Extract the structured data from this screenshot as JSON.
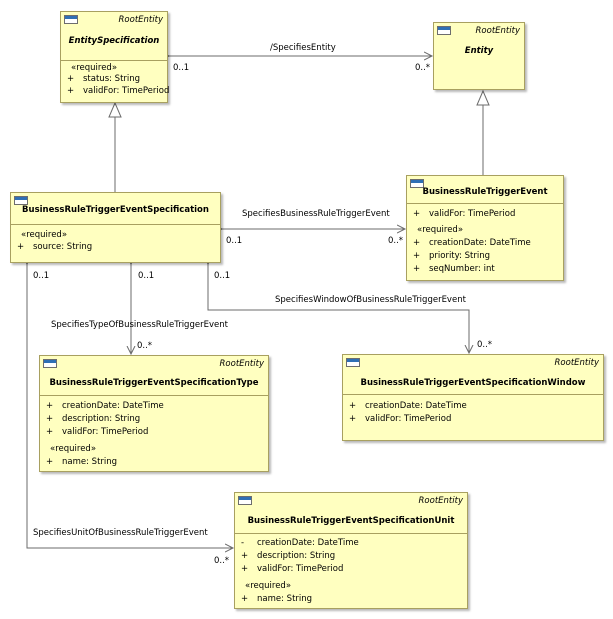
{
  "classes": {
    "entity_spec": {
      "stereotype": "RootEntity",
      "name": "EntitySpecification",
      "group": "«required»",
      "attrs": [
        {
          "vis": "+",
          "text": "status: String"
        },
        {
          "vis": "+",
          "text": "validFor: TimePeriod"
        }
      ]
    },
    "entity": {
      "stereotype": "RootEntity",
      "name": "Entity"
    },
    "brte_spec": {
      "name": "BusinessRuleTriggerEventSpecification",
      "group": "«required»",
      "attrs": [
        {
          "vis": "+",
          "text": "source: String"
        }
      ]
    },
    "brte": {
      "name": "BusinessRuleTriggerEvent",
      "attrs": [
        {
          "vis": "+",
          "text": "validFor: TimePeriod"
        }
      ],
      "group": "«required»",
      "req_attrs": [
        {
          "vis": "+",
          "text": "creationDate: DateTime"
        },
        {
          "vis": "+",
          "text": "priority: String"
        },
        {
          "vis": "+",
          "text": "seqNumber: int"
        }
      ]
    },
    "spec_type": {
      "stereotype": "RootEntity",
      "name": "BusinessRuleTriggerEventSpecificationType",
      "attrs": [
        {
          "vis": "+",
          "text": "creationDate: DateTime"
        },
        {
          "vis": "+",
          "text": "description: String"
        },
        {
          "vis": "+",
          "text": "validFor: TimePeriod"
        }
      ],
      "group": "«required»",
      "req_attrs": [
        {
          "vis": "+",
          "text": "name: String"
        }
      ]
    },
    "spec_window": {
      "stereotype": "RootEntity",
      "name": "BusinessRuleTriggerEventSpecificationWindow",
      "attrs": [
        {
          "vis": "+",
          "text": "creationDate: DateTime"
        },
        {
          "vis": "+",
          "text": "validFor: TimePeriod"
        }
      ]
    },
    "spec_unit": {
      "stereotype": "RootEntity",
      "name": "BusinessRuleTriggerEventSpecificationUnit",
      "attrs": [
        {
          "vis": "-",
          "text": "creationDate: DateTime"
        },
        {
          "vis": "+",
          "text": "description: String"
        },
        {
          "vis": "+",
          "text": "validFor: TimePeriod"
        }
      ],
      "group": "«required»",
      "req_attrs": [
        {
          "vis": "+",
          "text": "name: String"
        }
      ]
    }
  },
  "associations": {
    "specifies_entity": {
      "name": "/SpecifiesEntity",
      "src_mult": "0..1",
      "dst_mult": "0..*"
    },
    "specifies_brte": {
      "name": "SpecifiesBusinessRuleTriggerEvent",
      "src_mult": "0..1",
      "dst_mult": "0..*"
    },
    "specifies_type": {
      "name": "SpecifiesTypeOfBusinessRuleTriggerEvent",
      "src_mult": "0..1",
      "dst_mult": "0..*"
    },
    "specifies_window": {
      "name": "SpecifiesWindowOfBusinessRuleTriggerEvent",
      "src_mult": "0..1",
      "dst_mult": "0..*"
    },
    "specifies_unit": {
      "name": "SpecifiesUnitOfBusinessRuleTriggerEvent",
      "src_mult": "0..1",
      "dst_mult": "0..*"
    }
  },
  "colors": {
    "class_fill": "#ffffc0",
    "class_border": "#a8a060",
    "line": "#6b6b6b"
  }
}
